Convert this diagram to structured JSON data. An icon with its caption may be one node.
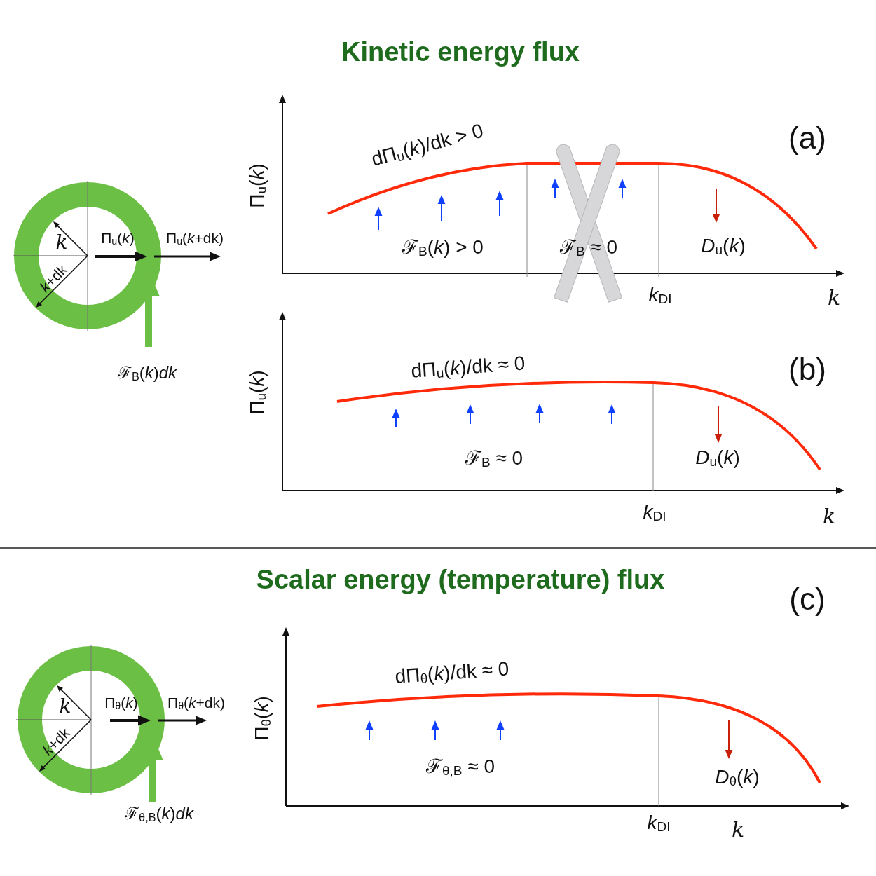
{
  "diagram": {
    "title": "Kinetic energy flux",
    "labels": [
      "(a)",
      "dΠ$_{u}$(*k*)/dk > 0",
      "Π$_{u}$(*k*)",
      "k",
      "Π$_{u}$(*k*)",
      "Π$_{u}$(*k*+dk)",
      "*k*+dk",
      "ℱ$_{B}$(*k*) > 0",
      "ℱ$_{B}$ ≈ 0",
      "*D*$_{u}$(*k*)",
      "*k*$_{DI}$",
      "k",
      "ℱ$_{B}$(*k*)*dk*",
      "dΠ$_{u}$(*k*)/dk ≈ 0",
      "(b)",
      "Π$_{u}$(*k*)",
      "ℱ$_{B}$ ≈ 0",
      "*D*$_{u}$(*k*)",
      "*k*$_{DI}$",
      "k",
      "Scalar energy (temperature) flux",
      "(c)",
      "dΠ$_{θ}$(*k*)/dk ≈ 0",
      "Π$_{θ}$(*k*)",
      "k",
      "Π$_{θ}$(*k*)",
      "Π$_{θ}$(*k*+dk)",
      "*k*+dk",
      "ℱ$_{θ,B}$(*k*)*dk*",
      "ℱ$_{θ,B}$ ≈ 0",
      "*D*$_{θ}$(*k*)",
      "*k*$_{DI}$",
      "k"
    ]
  }
}
